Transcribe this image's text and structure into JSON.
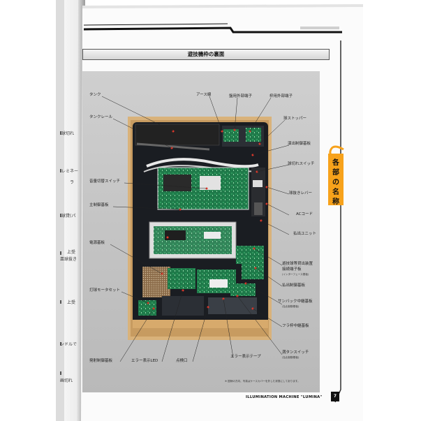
{
  "page": {
    "title": "遊技機枠の裏面",
    "section_tab": [
      "各",
      "部",
      "の",
      "名",
      "称"
    ],
    "brand": "ILLUMINATION MACHINE \"LUMINA\"",
    "page_number": "7",
    "note": "※ 図柄の方向、写真はケースカバーを外した状態にしてあります。"
  },
  "left_labels": {
    "tank": "タンク",
    "tank_rail": "タンクレール",
    "ball_switch": "音量切替スイッチ",
    "main_board": "主制御基板",
    "power_board": "電源基板",
    "motor_set": "打球モータセット",
    "launch_board": "発射制御基板"
  },
  "right_labels": {
    "ground_wire": "アース線",
    "hall_terminal": "盤用外部端子",
    "frame_terminal": "枠用外部端子",
    "ball_stopper": "球ストッパー",
    "payout_board": "演出制御基板",
    "ball_out_switch": "球切れスイッチ",
    "release_lever": "球抜きレバー",
    "ac_cord": "ACコード",
    "payout_unit": "払出ユニット",
    "card_unit_1": "遊技球等貸出装置",
    "card_unit_2": "接続端子板",
    "card_unit_sub": "(インターフェース基板)",
    "dispense_board": "払出制御基板",
    "sub_relay_board": "サンバック中継基板",
    "sub_relay_sub": "(払出制御基板)",
    "frame_relay_board": "フラ枠中継基板",
    "full_tank_switch": "満タンスイッチ",
    "full_tank_sub": "(払出制御基板)"
  },
  "bottom_labels": {
    "error_led": "エラー表示LED",
    "check_point": "点検口",
    "error_tape": "エラー表示テープ"
  },
  "left_page_fragments": [
    "球切れ",
    "レミネー",
    "ラ",
    "球貸(パ",
    "上受",
    "皿球抜き",
    "上受",
    "ンドルで",
    "画切れ"
  ]
}
